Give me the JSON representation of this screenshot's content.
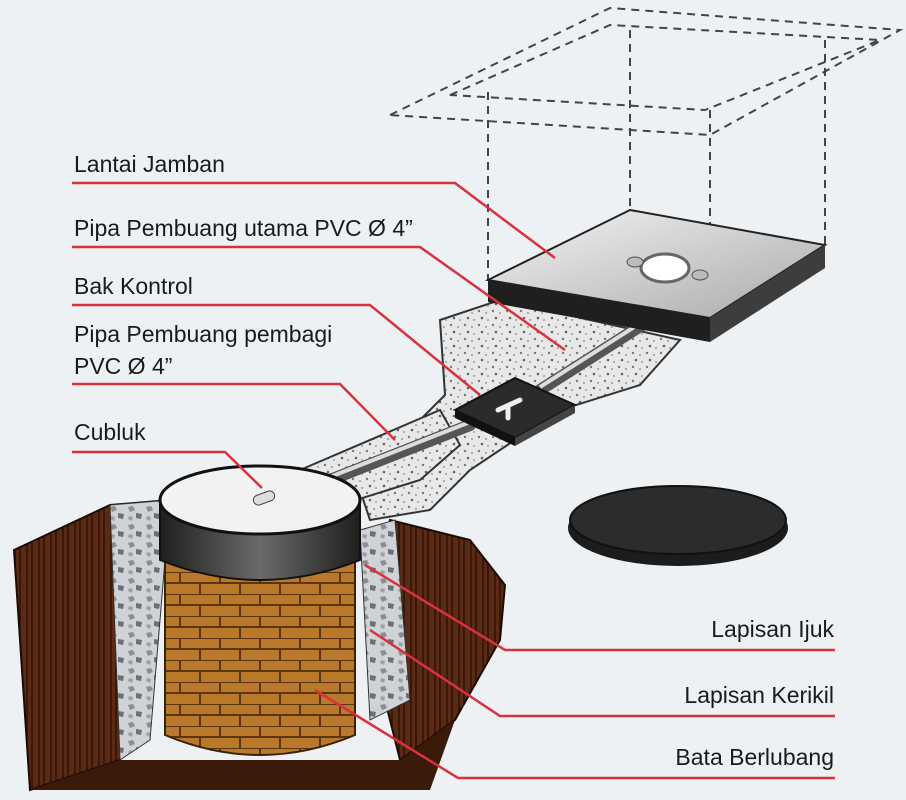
{
  "labels": {
    "lantai_jamban": "Lantai Jamban",
    "pipa_utama": "Pipa Pembuang utama PVC Ø 4”",
    "bak_kontrol": "Bak Kontrol",
    "pipa_pembagi_line1": "Pipa Pembuang pembagi",
    "pipa_pembagi_line2": "PVC Ø 4”",
    "cubluk": "Cubluk",
    "lapisan_ijuk": "Lapisan Ijuk",
    "lapisan_kerikil": "Lapisan Kerikil",
    "bata_berlubang": "Bata Berlubang"
  },
  "colors": {
    "background": "#eef1f4",
    "leader_line": "#d8323c",
    "soil": "#5a2a14",
    "brick": "#b9782a",
    "gravel": "#d9d9d9",
    "concrete": "#2a2a2a"
  }
}
